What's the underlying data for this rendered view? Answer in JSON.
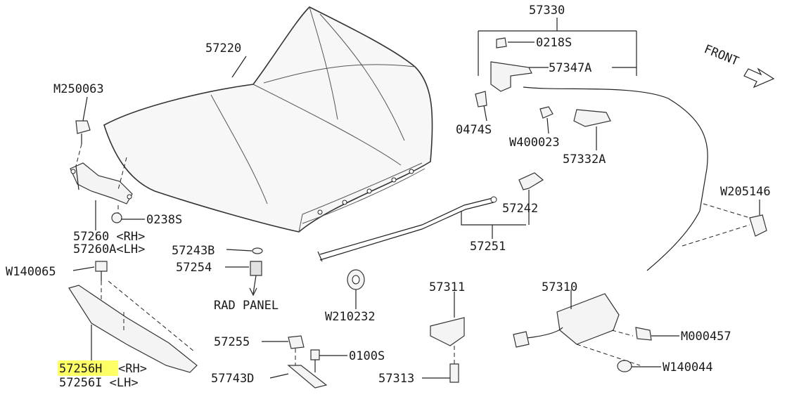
{
  "highlight_color": "#ffff66",
  "front_label": "FRONT",
  "direction_label": "RAD PANEL",
  "parts": {
    "p57330": "57330",
    "p57220": "57220",
    "p0218S": "0218S",
    "p57347A": "57347A",
    "pM250063": "M250063",
    "p0474S": "0474S",
    "pW400023": "W400023",
    "p57332A": "57332A",
    "pW205146": "W205146",
    "p57242": "57242",
    "p0238S": "0238S",
    "p57260": "57260 <RH>",
    "p57260A": "57260A<LH>",
    "p57243B": "57243B",
    "p57251": "57251",
    "p57254": "57254",
    "pW140065": "W140065",
    "pW210232": "W210232",
    "p57311": "57311",
    "p57310": "57310",
    "p57255": "57255",
    "p0100S": "0100S",
    "pM000457": "M000457",
    "p57256H": "57256H",
    "p57256H_side": "<RH>",
    "pW140044": "W140044",
    "p57743D": "57743D",
    "p57313": "57313",
    "p57256I": "57256I <LH>"
  }
}
